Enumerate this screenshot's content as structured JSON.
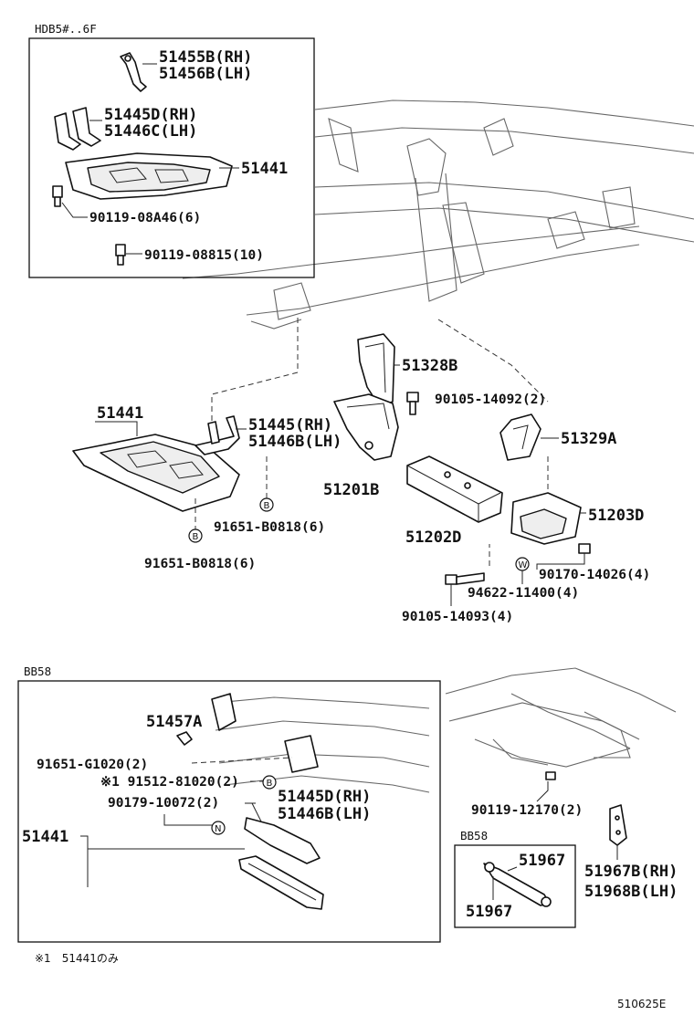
{
  "top_box": {
    "variant": "HDB5#..6F",
    "parts": {
      "p51455b": "51455B(RH)",
      "p51456b": "51456B(LH)",
      "p51445d": "51445D(RH)",
      "p51446c": "51446C(LH)",
      "p51441": "51441",
      "p9011908a46": "90119-08A46(6)",
      "p9011908815": "90119-08815(10)"
    }
  },
  "main": {
    "p51441": "51441",
    "p51445": "51445(RH)",
    "p51446b": "51446B(LH)",
    "p91651_1": "91651-B0818(6)",
    "p91651_2": "91651-B0818(6)",
    "p51328b": "51328B",
    "p9010514092": "90105-14092(2)",
    "p51329a": "51329A",
    "p51201b": "51201B",
    "p51202d": "51202D",
    "p51203d": "51203D",
    "p9017014026": "90170-14026(4)",
    "p9462211400": "94622-11400(4)",
    "p9010514093": "90105-14093(4)",
    "marker_b": "B",
    "marker_w": "W"
  },
  "bottom_box": {
    "variant": "BB58",
    "p51457a": "51457A",
    "p91651g1020": "91651-G1020(2)",
    "p9151281020": "※1 91512-81020(2)",
    "p9017910072": "90179-10072(2)",
    "p51445d": "51445D(RH)",
    "p51446b": "51446B(LH)",
    "p51441": "51441",
    "marker_b": "B",
    "marker_n": "N"
  },
  "right_lower": {
    "p9011912170": "90119-12170(2)",
    "p51967b": "51967B(RH)",
    "p51968b": "51968B(LH)",
    "sub_variant": "BB58",
    "p51967_a": "51967",
    "p51967_b": "51967"
  },
  "footnote": "※1　51441のみ",
  "drawing_number": "510625E"
}
